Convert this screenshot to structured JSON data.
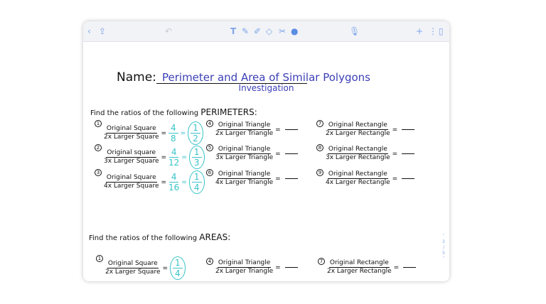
{
  "toolbar": {
    "icons": [
      "back-icon",
      "share-icon",
      "undo-icon",
      "text-tool-icon",
      "pen-icon",
      "highlighter-icon",
      "eraser-icon",
      "scissors-icon",
      "color-icon",
      "microphone-icon",
      "add-page-icon",
      "more-icon",
      "pages-icon"
    ]
  },
  "worksheet": {
    "name_label": "Name:",
    "title": "Perimeter and Area of Similar Polygons",
    "subtitle": "Investigation",
    "perimeters_heading": "Find the ratios of the following",
    "perimeters_keyword": "PERIMETERS:",
    "areas_heading": "Find the ratios of the following",
    "areas_keyword": "AREAS:",
    "perimeter_problems": [
      {
        "n": "1",
        "top": "Original Square",
        "bottom": "2x Larger Square",
        "ans_top": "4",
        "ans_bottom": "8",
        "simp_top": "1",
        "simp_bottom": "2"
      },
      {
        "n": "2",
        "top": "Original square",
        "bottom": "3x Larger Square",
        "ans_top": "4",
        "ans_bottom": "12",
        "simp_top": "1",
        "simp_bottom": "3"
      },
      {
        "n": "3",
        "top": "Original Square",
        "bottom": "4x Larger Square",
        "ans_top": "4",
        "ans_bottom": "16",
        "simp_top": "1",
        "simp_bottom": "4"
      },
      {
        "n": "4",
        "top": "Original Triangle",
        "bottom": "2x Larger Triangle"
      },
      {
        "n": "5",
        "top": "Original Triangle",
        "bottom": "3x Larger Triangle"
      },
      {
        "n": "6",
        "top": "Original Triangle",
        "bottom": "4x Larger Triangle"
      },
      {
        "n": "7",
        "top": "Original Rectangle",
        "bottom": "2x Larger Rectangle"
      },
      {
        "n": "8",
        "top": "Original Rectangle",
        "bottom": "3x Larger Rectangle"
      },
      {
        "n": "9",
        "top": "Original Rectangle",
        "bottom": "4x Larger Rectangle"
      }
    ],
    "area_problems": [
      {
        "n": "1",
        "top": "Original Square",
        "bottom": "2x Larger Square",
        "simp_top": "1",
        "simp_bottom": "4"
      },
      {
        "n": "4",
        "top": "Original Triangle",
        "bottom": "2x Larger Triangle"
      },
      {
        "n": "7",
        "top": "Original Rectangle",
        "bottom": "2x Larger Rectangle"
      }
    ],
    "equals": "="
  },
  "page_indicator": {
    "current": "2",
    "separator": "/",
    "total": "5"
  },
  "colors": {
    "accent": "#7fa6ea",
    "answer": "#38c3c8",
    "title": "#3b3fb5"
  }
}
